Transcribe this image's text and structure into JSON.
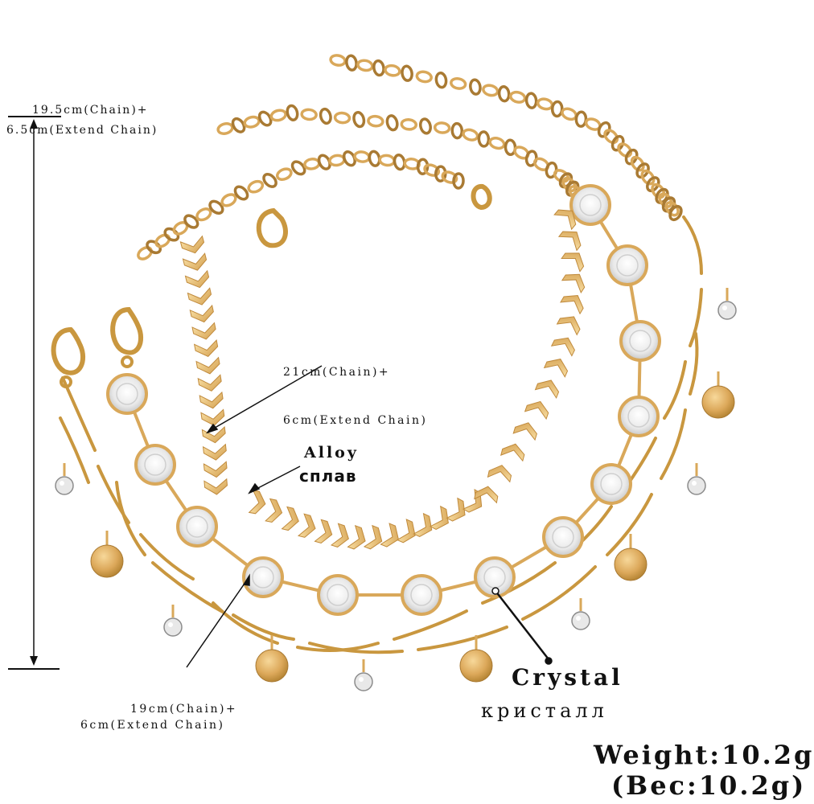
{
  "labels": {
    "dim_total_line1": "19.5cm(Chain)+",
    "dim_total_line2": "6.5cm(Extend Chain)",
    "dim_mid_line1": "21cm(Chain)+",
    "dim_mid_line2": "6cm(Extend Chain)",
    "dim_low_line1": "19cm(Chain)+",
    "dim_low_line2": "6cm(Extend Chain)",
    "alloy_en": "Alloy",
    "alloy_ru": "сплав",
    "crystal_en": "Crystal",
    "crystal_ru": "кристалл",
    "weight_en": "Weight:10.2g",
    "weight_ru": "(Bec:10.2g)"
  },
  "colors": {
    "gold": "#d9a85a",
    "gold_light": "#f2d08c",
    "gold_dark": "#a97a33",
    "crystal": "#f4f4f4",
    "line": "#111111"
  },
  "icons": [
    "lobster-clasp-icon",
    "crystal-stone-icon",
    "gold-disc-icon",
    "chevron-link-icon"
  ]
}
